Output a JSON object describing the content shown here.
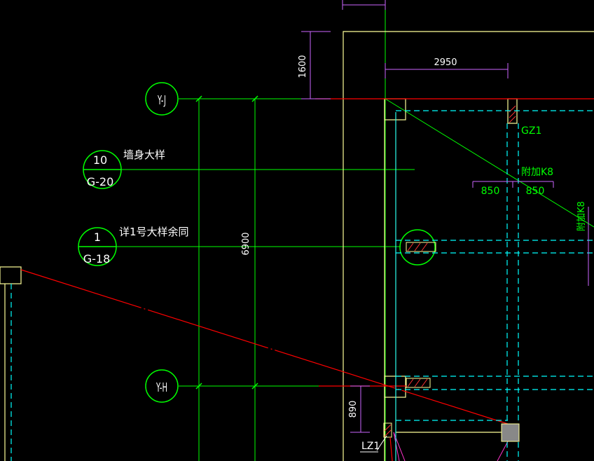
{
  "palette": {
    "background": "#000000",
    "grid_axis": "#00ff00",
    "wall": "#ffff99",
    "dim": "#cc66ff",
    "red": "#ff0000",
    "cyan": "#00ffff",
    "white": "#ffffff",
    "gray_column": "#888888"
  },
  "axes": {
    "yj": "Y-J",
    "yh": "Y-H"
  },
  "detail_callouts": {
    "wall_detail": {
      "number": "10",
      "sheet": "G-20",
      "note": "墙身大样"
    },
    "detail_1": {
      "number": "1",
      "sheet": "G-18",
      "note": "详1号大样余同"
    }
  },
  "dimensions": {
    "d1600": "1600",
    "d2950": "2950",
    "d6900": "6900",
    "d890": "890",
    "d850a": "850",
    "d850b": "850",
    "top_partial": "—"
  },
  "labels": {
    "gz1": "GZ1",
    "lz1": "LZ1",
    "rebar_a": "附加K8",
    "rebar_b": "附加K8"
  }
}
